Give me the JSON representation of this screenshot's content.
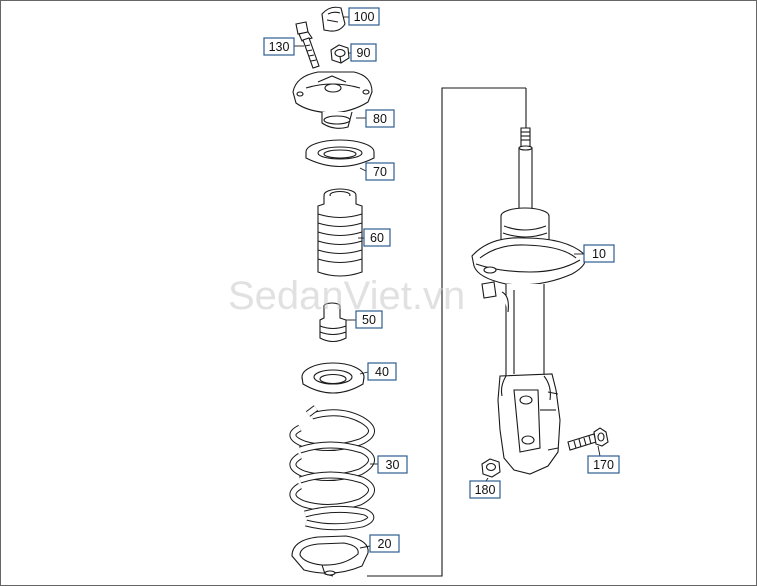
{
  "watermark": {
    "text": "SedanViet.vn"
  },
  "callouts": {
    "c100": "100",
    "c130": "130",
    "c90": "90",
    "c80": "80",
    "c70": "70",
    "c60": "60",
    "c50": "50",
    "c40": "40",
    "c30": "30",
    "c20": "20",
    "c10": "10",
    "c170": "170",
    "c180": "180"
  },
  "colors": {
    "line": "#1a1a1a",
    "box_border": "#2d5d8f",
    "box_fill": "#ffffff"
  }
}
